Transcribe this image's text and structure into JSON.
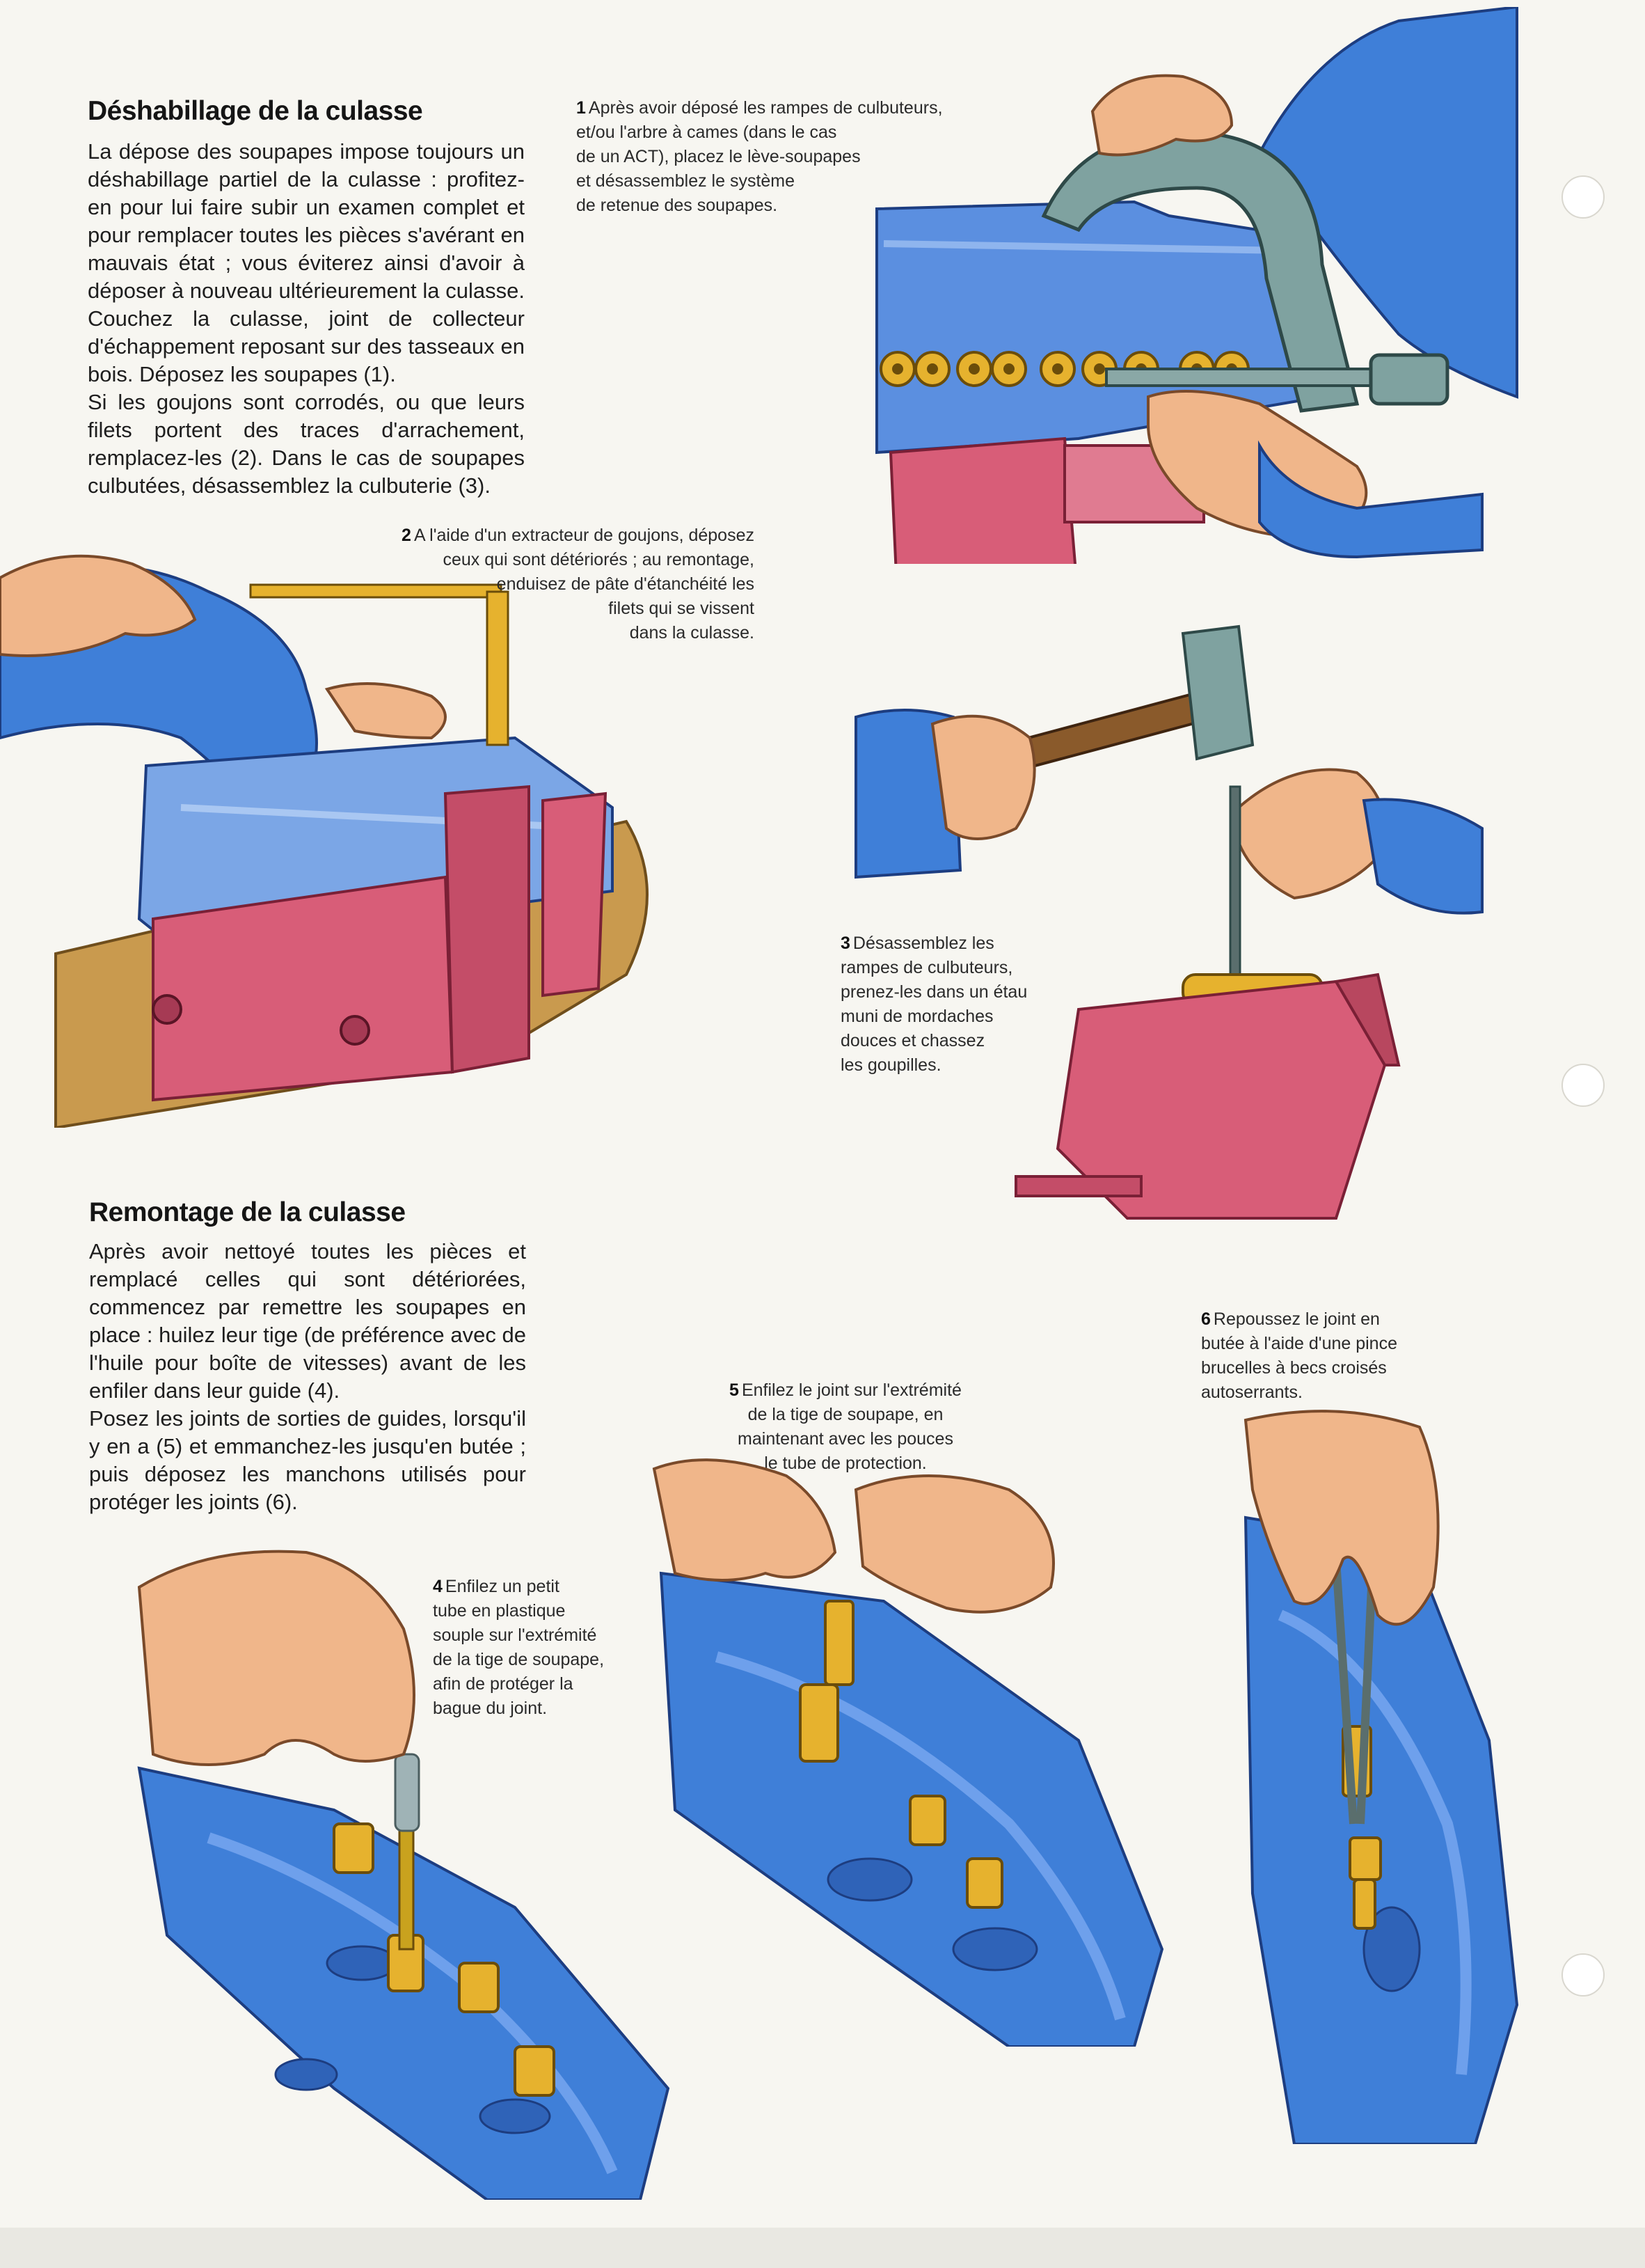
{
  "section1": {
    "title": "Déshabillage de la culasse",
    "paragraphs": [
      "La dépose des soupapes impose toujours un déshabillage partiel de la culasse : profitez-en pour lui faire subir un examen complet et pour remplacer toutes les pièces s'avérant en mauvais état ; vous éviterez ainsi d'avoir à déposer à nouveau ultérieurement la culasse. Couchez la culasse, joint de collecteur d'échappement reposant sur des tasseaux en bois. Déposez les soupapes (1).",
      "Si les goujons sont corrodés, ou que leurs filets portent des traces d'arrachement, remplacez-les (2). Dans le cas de soupapes culbutées, désassemblez la culbuterie (3)."
    ]
  },
  "section2": {
    "title": "Remontage de la culasse",
    "paragraphs": [
      "Après avoir nettoyé toutes les pièces et remplacé celles qui sont détériorées, commencez par remettre les soupapes en place : huilez leur tige (de préférence avec de l'huile pour boîte de vitesses) avant de les enfiler dans leur guide (4).",
      "Posez les joints de sorties de guides, lorsqu'il y en a (5) et emmanchez-les jusqu'en butée ; puis déposez les manchons utilisés pour protéger les joints (6)."
    ]
  },
  "captions": {
    "c1": {
      "num": "1",
      "lines": [
        "Après avoir déposé les rampes de culbuteurs,",
        "et/ou l'arbre à cames (dans le cas",
        "de un ACT), placez le lève-soupapes",
        "et désassemblez le système",
        "de retenue des soupapes."
      ]
    },
    "c2": {
      "num": "2",
      "lines": [
        "A l'aide d'un extracteur de goujons, déposez",
        "ceux qui sont détériorés ; au remontage,",
        "enduisez de pâte d'étanchéité les",
        "filets qui se vissent",
        "dans la culasse."
      ]
    },
    "c3": {
      "num": "3",
      "lines": [
        "Désassemblez les",
        "rampes de culbuteurs,",
        "prenez-les dans un étau",
        "muni de mordaches",
        "douces et chassez",
        "les goupilles."
      ]
    },
    "c4": {
      "num": "4",
      "lines": [
        "Enfilez un petit",
        "tube en plastique",
        "souple sur l'extrémité",
        "de la tige de soupape,",
        "afin de protéger la",
        "bague du joint."
      ]
    },
    "c5": {
      "num": "5",
      "lines": [
        "Enfilez le joint sur l'extrémité",
        "de la tige de soupape, en",
        "maintenant avec les pouces",
        "le tube de protection."
      ]
    },
    "c6": {
      "num": "6",
      "lines": [
        "Repoussez le joint en",
        "butée à l'aide d'une pince",
        "brucelles à becs croisés",
        "autoserrants."
      ]
    }
  },
  "colors": {
    "sleeve_blue": "#3f7fd8",
    "skin": "#f0b68a",
    "block_pink": "#d85d78",
    "tool_green": "#7fa2a0",
    "brass": "#e6b22e",
    "wood": "#c99a4e"
  }
}
